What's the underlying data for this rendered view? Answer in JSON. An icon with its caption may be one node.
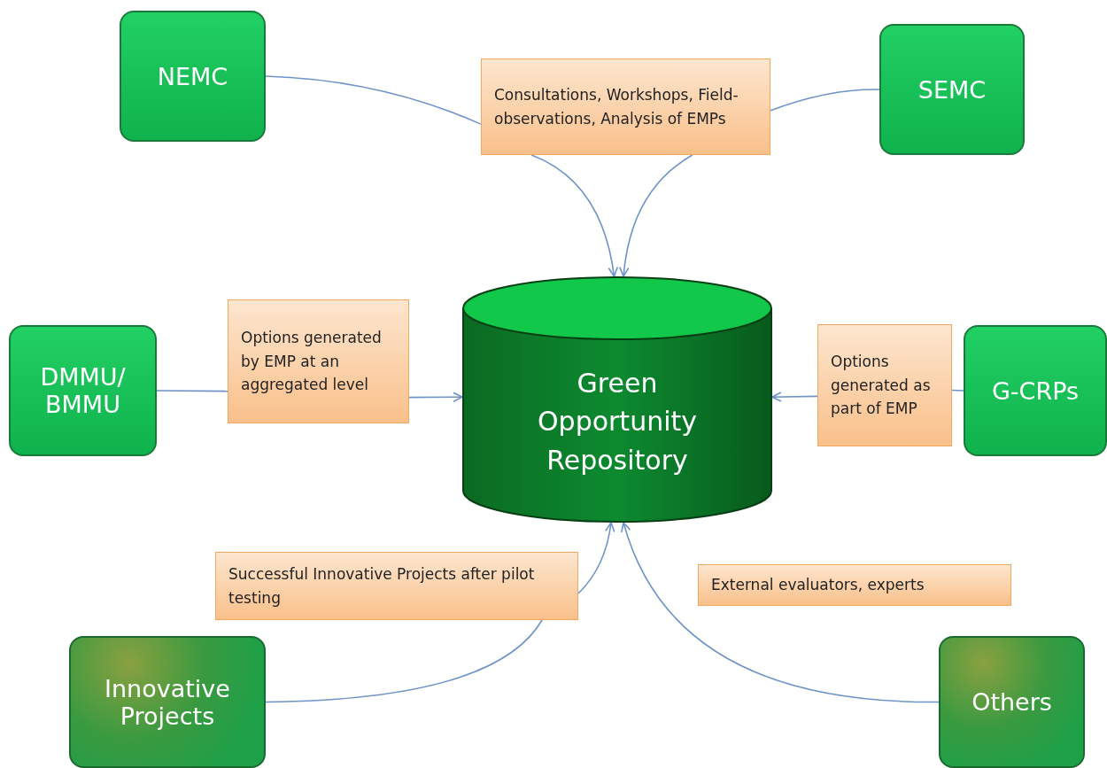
{
  "diagram": {
    "nodes": [
      {
        "text": [
          "NEMC"
        ]
      },
      {
        "text": [
          "SEMC"
        ]
      },
      {
        "text": [
          "Consultations, Workshops, Field-observations, Analysis of EMPs"
        ]
      },
      {
        "text": [
          "DMMU/ BMMU"
        ]
      },
      {
        "text": [
          "Options generated by EMP at an aggregated level"
        ]
      },
      {
        "text": [
          "Green Opportunity Repository"
        ]
      },
      {
        "text": [
          "Options generated as part of EMP"
        ]
      },
      {
        "text": [
          "G-CRPs"
        ]
      },
      {
        "text": [
          "Successful Innovative Projects after pilot testing"
        ]
      },
      {
        "text": [
          "External evaluators, experts"
        ]
      },
      {
        "text": [
          "Innovative Projects"
        ]
      },
      {
        "text": [
          "Others"
        ]
      }
    ],
    "edges": [
      {
        "from": 0,
        "to": 2,
        "arrow": "none"
      },
      {
        "from": 2,
        "to": 5,
        "arrow": "to"
      },
      {
        "from": 1,
        "to": 2,
        "arrow": "none"
      },
      {
        "from": 2,
        "to": 5,
        "arrow": "to"
      },
      {
        "from": 3,
        "to": 4,
        "arrow": "none"
      },
      {
        "from": 4,
        "to": 5,
        "arrow": "to"
      },
      {
        "from": 7,
        "to": 6,
        "arrow": "none"
      },
      {
        "from": 6,
        "to": 5,
        "arrow": "to"
      },
      {
        "from": 10,
        "to": 8,
        "arrow": "none"
      },
      {
        "from": 8,
        "to": 5,
        "arrow": "to"
      },
      {
        "from": 11,
        "to": 5,
        "arrow": "to"
      }
    ]
  }
}
